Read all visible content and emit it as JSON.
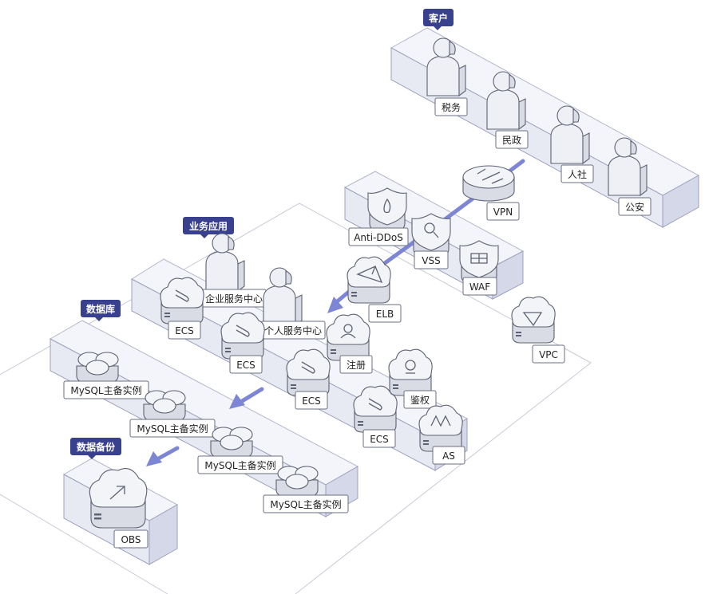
{
  "zones": {
    "customer": "客户",
    "business": "业务应用",
    "database": "数据库",
    "backup": "数据备份"
  },
  "customers": [
    "税务",
    "民政",
    "人社",
    "公安"
  ],
  "network": {
    "vpn": "VPN",
    "anti_ddos": "Anti-DDoS",
    "vss": "VSS",
    "waf": "WAF",
    "elb": "ELB",
    "vpc": "VPC"
  },
  "business": {
    "enterprise_center": "企业服务中心",
    "personal_center": "个人服务中心",
    "ecs": [
      "ECS",
      "ECS",
      "ECS",
      "ECS"
    ],
    "register": "注册",
    "auth": "鉴权",
    "as": "AS"
  },
  "database": {
    "mysql": [
      "MySQL主备实例",
      "MySQL主备实例",
      "MySQL主备实例",
      "MySQL主备实例"
    ]
  },
  "backup": {
    "obs": "OBS"
  },
  "colors": {
    "tag": "#39418f",
    "flow": "#7c86d4",
    "zone": "#e7e9f3"
  }
}
